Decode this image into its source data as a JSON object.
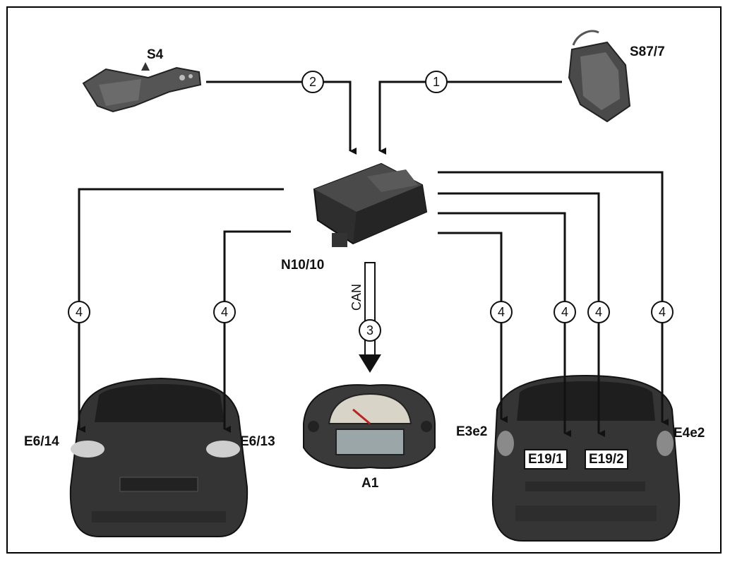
{
  "components": {
    "s4": "S4",
    "s87": "S87/7",
    "n10": "N10/10",
    "a1": "A1",
    "e614": "E6/14",
    "e613": "E6/13",
    "e3e2": "E3e2",
    "e4e2": "E4e2",
    "e191": "E19/1",
    "e192": "E19/2"
  },
  "bus_label": "CAN",
  "callouts": [
    "1",
    "2",
    "3",
    "4",
    "4",
    "4",
    "4",
    "4",
    "4"
  ],
  "colors": {
    "line": "#111111",
    "component": "#3a3a3a",
    "car_body": "#333333"
  }
}
